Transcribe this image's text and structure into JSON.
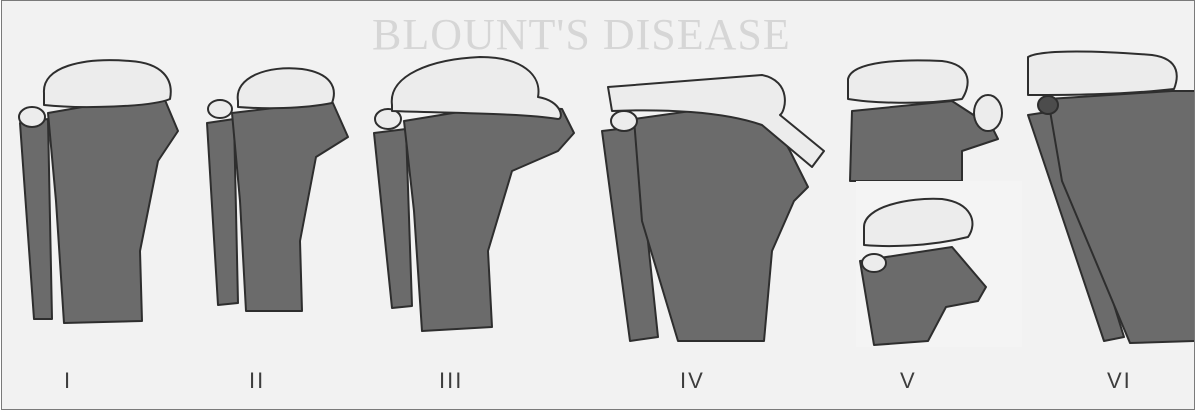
{
  "background_text": {
    "heading": "BLOUNT'S DISEASE",
    "lines": [
      "",
      "",
      "",
      "",
      ""
    ]
  },
  "stages": [
    {
      "label": "I"
    },
    {
      "label": "II"
    },
    {
      "label": "III"
    },
    {
      "label": "IV"
    },
    {
      "label": "V"
    },
    {
      "label": "VI"
    }
  ],
  "colors": {
    "bone_dark": "#6b6b6b",
    "bone_outline": "#2e2e2e",
    "epiphysis_fill": "#ececec",
    "panel_background": "#f2f2f2"
  }
}
